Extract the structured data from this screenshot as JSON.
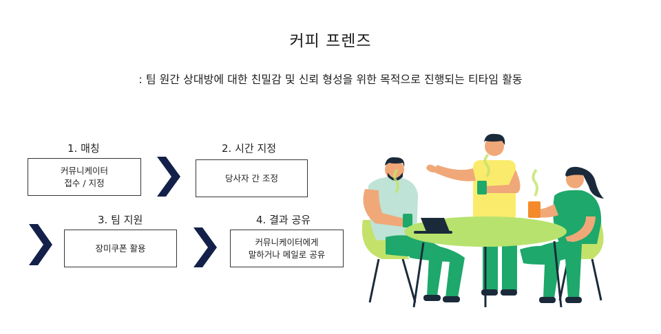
{
  "header": {
    "title": "커피 프렌즈",
    "subtitle": ": 팀 원간 상대방에 대한 친밀감 및 신뢰 형성을 위한 목적으로 진행되는 티타임 활동"
  },
  "steps": [
    {
      "label": "1. 매칭",
      "body": "커뮤니케이터\n접수 / 지정"
    },
    {
      "label": "2. 시간 지정",
      "body": "당사자 간 조정"
    },
    {
      "label": "3. 팀 지원",
      "body": "장미쿠폰 활용"
    },
    {
      "label": "4. 결과 공유",
      "body": "커뮤니케이터에게\n말하거나 메일로 공유"
    }
  ],
  "colors": {
    "chevron": "#13214a",
    "green": "#1ea86b",
    "dark_green": "#138a55",
    "table": "#b7e26e",
    "chair": "#c4e26a",
    "shirt_light": "#bfe3d6",
    "shirt_yellow": "#fbeb6d",
    "mug": "#f58a2d"
  },
  "illustration": {
    "name": "people-having-coffee-at-table"
  }
}
